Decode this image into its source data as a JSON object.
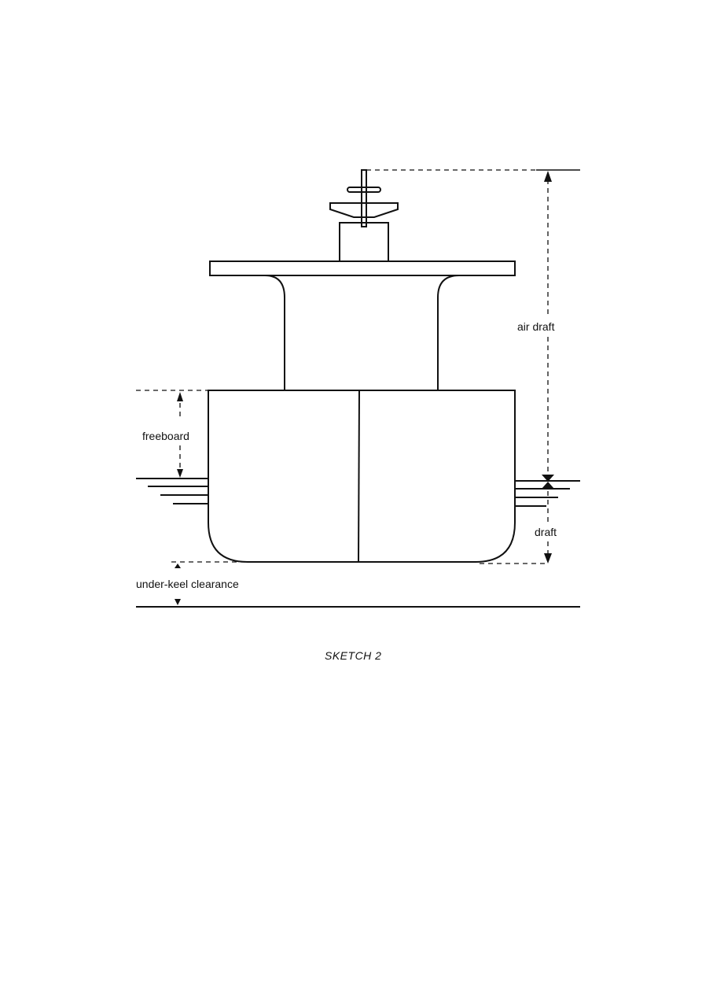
{
  "diagram": {
    "labels": {
      "air_draft": "air draft",
      "freeboard": "freeboard",
      "draft": "draft",
      "under_keel_clearance": "under-keel clearance"
    },
    "caption": "SKETCH 2"
  }
}
